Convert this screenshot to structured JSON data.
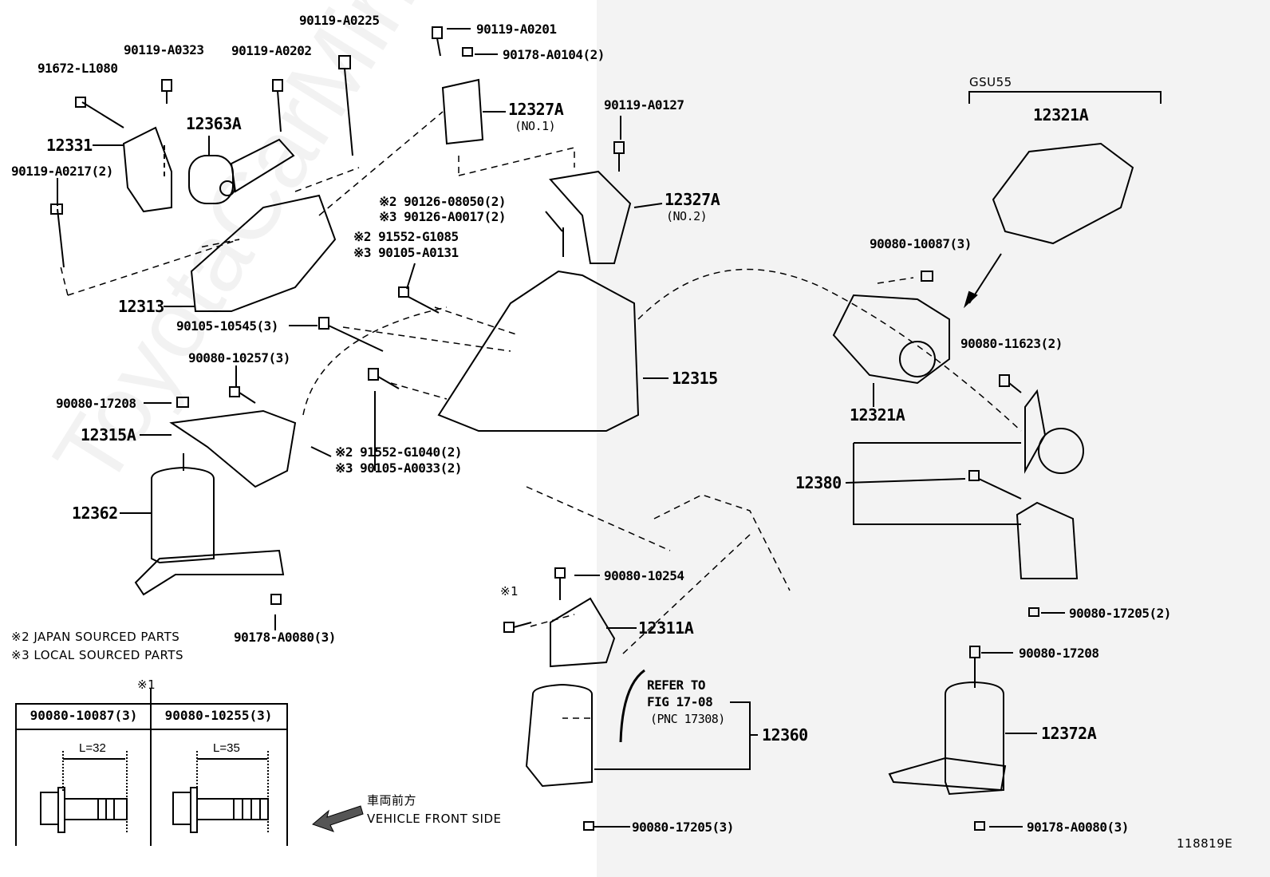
{
  "diagram_id": "118819E",
  "watermark": "ToyotaCarMirror",
  "labels": {
    "p91672_L1080": "91672-L1080",
    "p90119_A0323": "90119-A0323",
    "p90119_A0202": "90119-A0202",
    "p90119_A0225": "90119-A0225",
    "p90119_A0201": "90119-A0201",
    "p90178_A0104": "90178-A0104(2)",
    "p12327A_1": "12327A",
    "no1": "(NO.1)",
    "p12363A": "12363A",
    "p12331": "12331",
    "p90119_A0217": "90119-A0217(2)",
    "p90119_A0127": "90119-A0127",
    "p12327A_2": "12327A",
    "no2": "(NO.2)",
    "p90126_08050": "※2 90126-08050(2)",
    "p90126_A0017": "※3 90126-A0017(2)",
    "p91552_G1085": "※2 91552-G1085",
    "p90105_A0131": "※3 90105-A0131",
    "p12313": "12313",
    "p90105_10545": "90105-10545(3)",
    "p90080_10257": "90080-10257(3)",
    "p90080_17208_a": "90080-17208",
    "p12315A": "12315A",
    "p12315": "12315",
    "p91552_G1040": "※2 91552-G1040(2)",
    "p90105_A0033": "※3 90105-A0033(2)",
    "p12362": "12362",
    "p90178_A0080_a": "90178-A0080(3)",
    "note_japan": "※2 JAPAN SOURCED PARTS",
    "note_local": "※3 LOCAL SOURCED PARTS",
    "mark1_table": "※1",
    "mark1_bolt": "※1",
    "p90080_10254": "90080-10254",
    "p12311A": "12311A",
    "refer_1": "REFER TO",
    "refer_2": "FIG 17-08",
    "refer_3": "(PNC 17308)",
    "p12360": "12360",
    "p90080_17205_3": "90080-17205(3)",
    "gsu55": "GSU55",
    "p12321A_top": "12321A",
    "p90080_10087": "90080-10087(3)",
    "p90080_11623": "90080-11623(2)",
    "p12321A_bot": "12321A",
    "p12380": "12380",
    "p90080_17205_2": "90080-17205(2)",
    "p90080_17208_b": "90080-17208",
    "p12372A": "12372A",
    "p90178_A0080_b": "90178-A0080(3)",
    "front_jp": "車両前方",
    "front_en": "VEHICLE FRONT SIDE"
  },
  "bolt_table": [
    {
      "part": "90080-10087(3)",
      "length": "L=32"
    },
    {
      "part": "90080-10255(3)",
      "length": "L=35"
    }
  ]
}
